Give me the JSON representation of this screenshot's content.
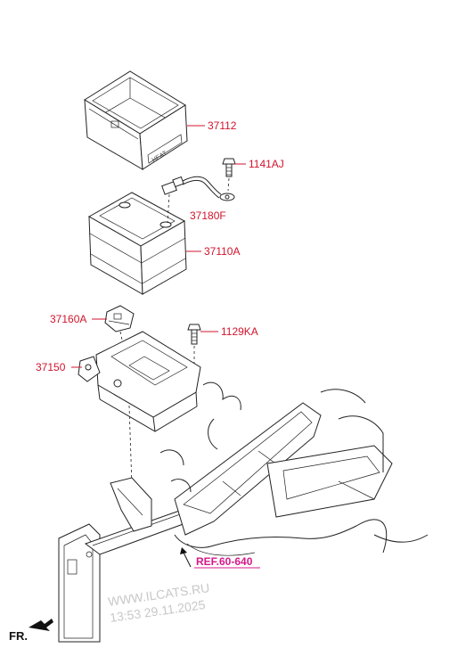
{
  "parts": {
    "battery_tray": "37112",
    "bolt_top": "1141AJ",
    "cable": "37180F",
    "battery": "37110A",
    "clamp": "37160A",
    "bolt_mid": "1129KA",
    "bracket": "37150"
  },
  "reference": {
    "label": "REF.60-640",
    "color": "#d6188a"
  },
  "direction": {
    "label": "FR."
  },
  "watermark": {
    "line1": "WWW.ILCATS.RU",
    "line2": "13:53 29.11.2025"
  },
  "colors": {
    "part_label": "#d0142c",
    "line": "#222222"
  }
}
